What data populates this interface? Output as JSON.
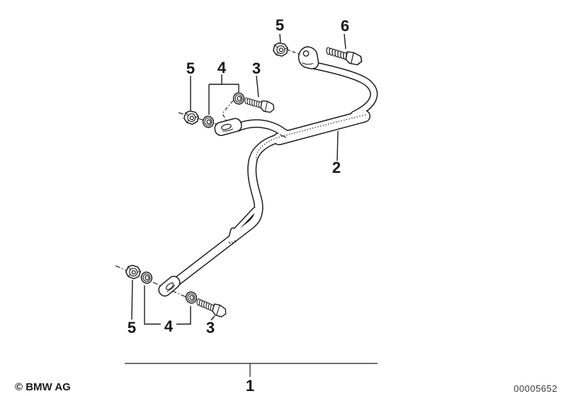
{
  "page": {
    "background": "#ffffff",
    "ink": "#1c1c1c"
  },
  "callouts": {
    "part1": "1",
    "part2": "2",
    "part3": "3",
    "part4": "4",
    "part5": "5",
    "part6": "6"
  },
  "footer": {
    "copyright": "© BMW AG",
    "image_number": "00005652"
  }
}
